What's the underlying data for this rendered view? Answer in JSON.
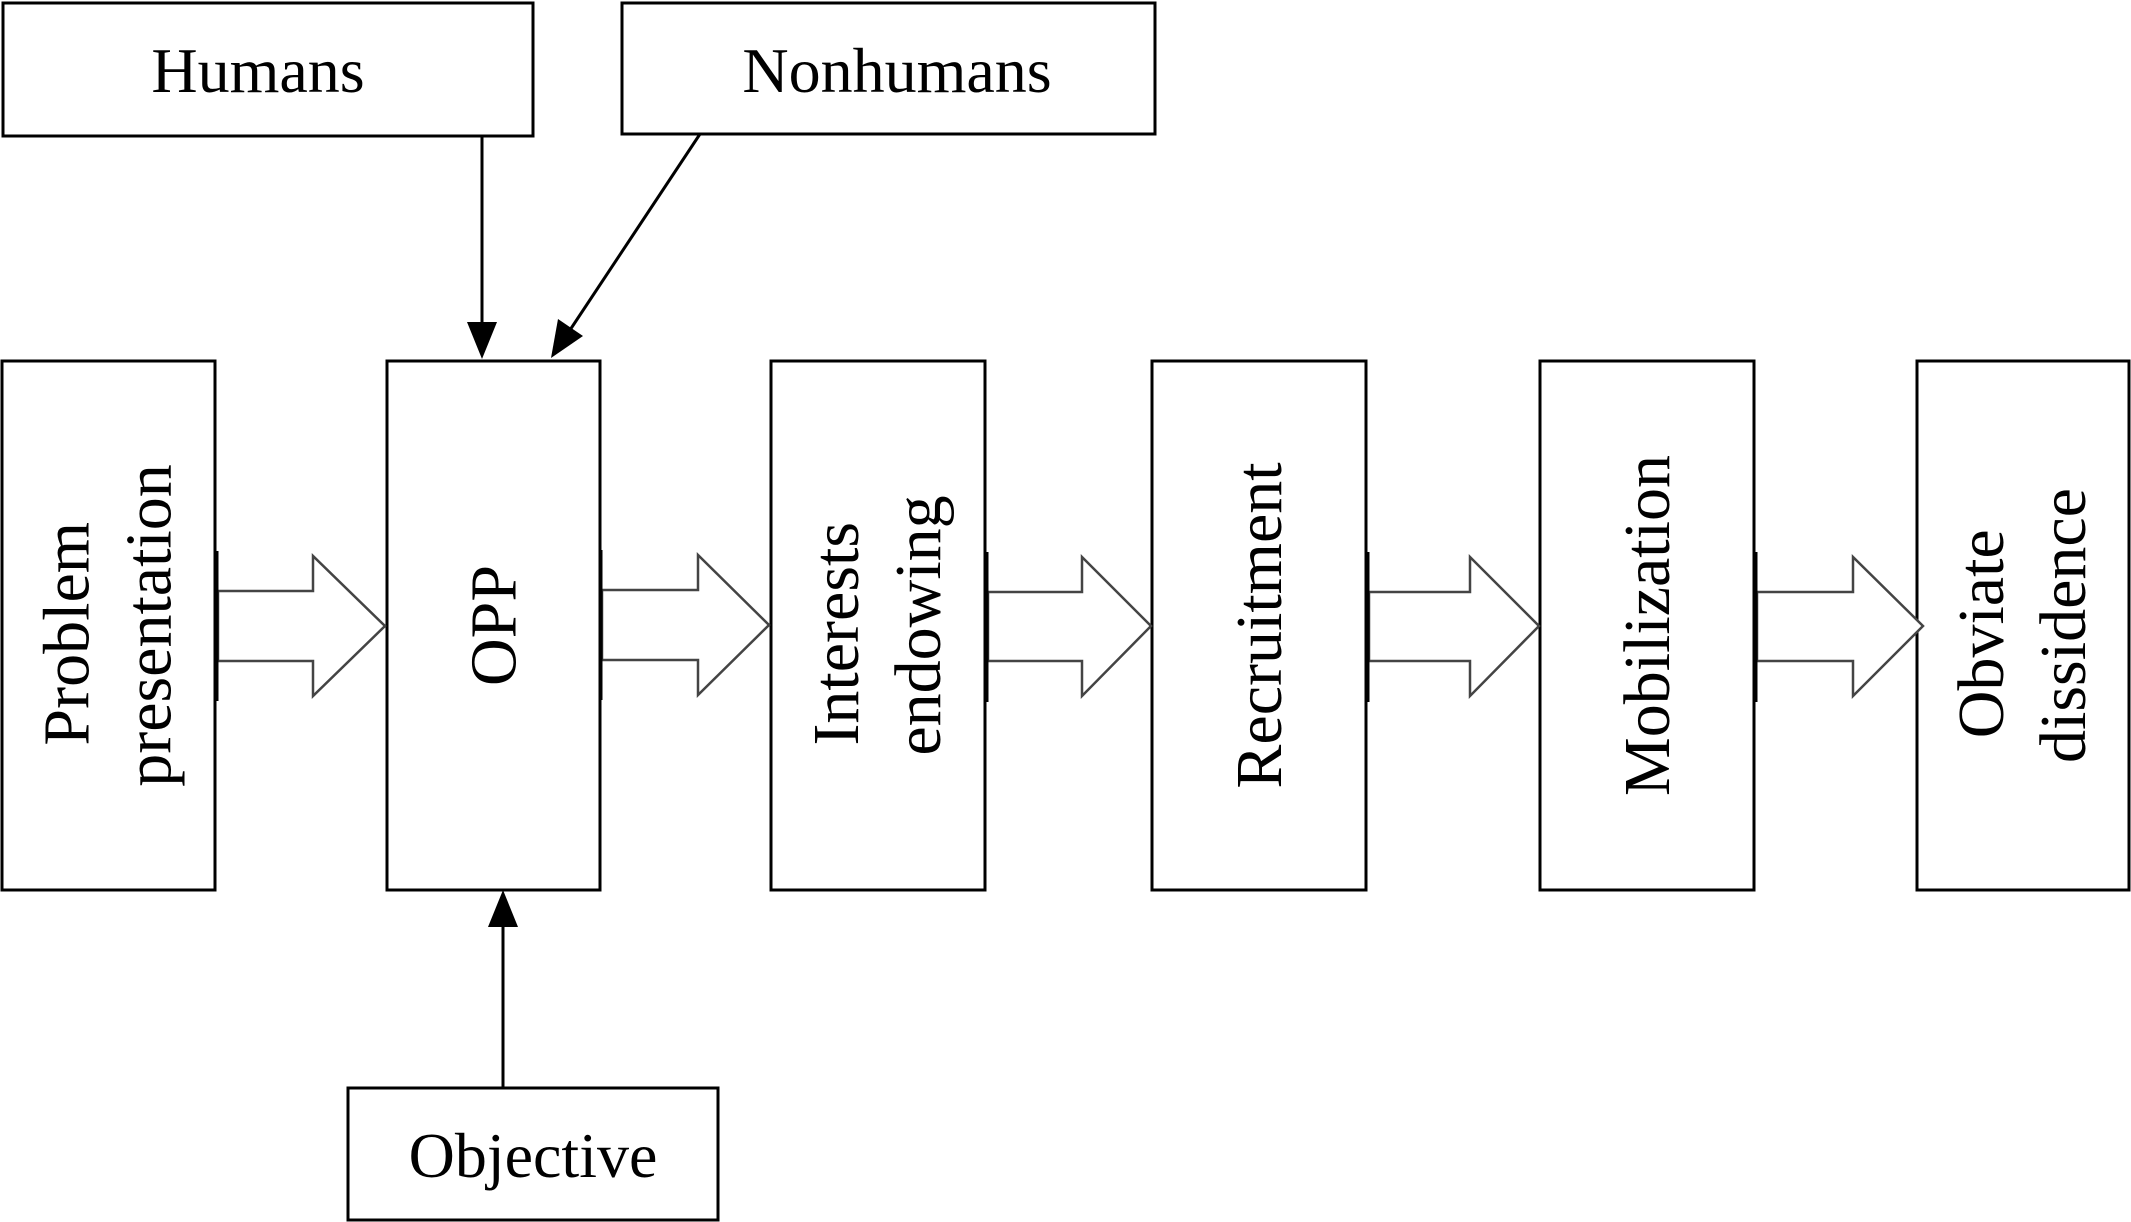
{
  "inputs": {
    "humans": "Humans",
    "nonhumans": "Nonhumans",
    "objective": "Objective"
  },
  "stages": [
    {
      "lines": [
        "Problem",
        "presentation"
      ]
    },
    {
      "lines": [
        "OPP"
      ]
    },
    {
      "lines": [
        "Interests",
        "endowing"
      ]
    },
    {
      "lines": [
        "Recruitment"
      ]
    },
    {
      "lines": [
        "Mobilization"
      ]
    },
    {
      "lines": [
        "Obviate",
        "dissidence"
      ]
    }
  ],
  "colors": {
    "stroke": "#000000",
    "fill": "#ffffff",
    "block_arrow_stroke": "#444444"
  }
}
